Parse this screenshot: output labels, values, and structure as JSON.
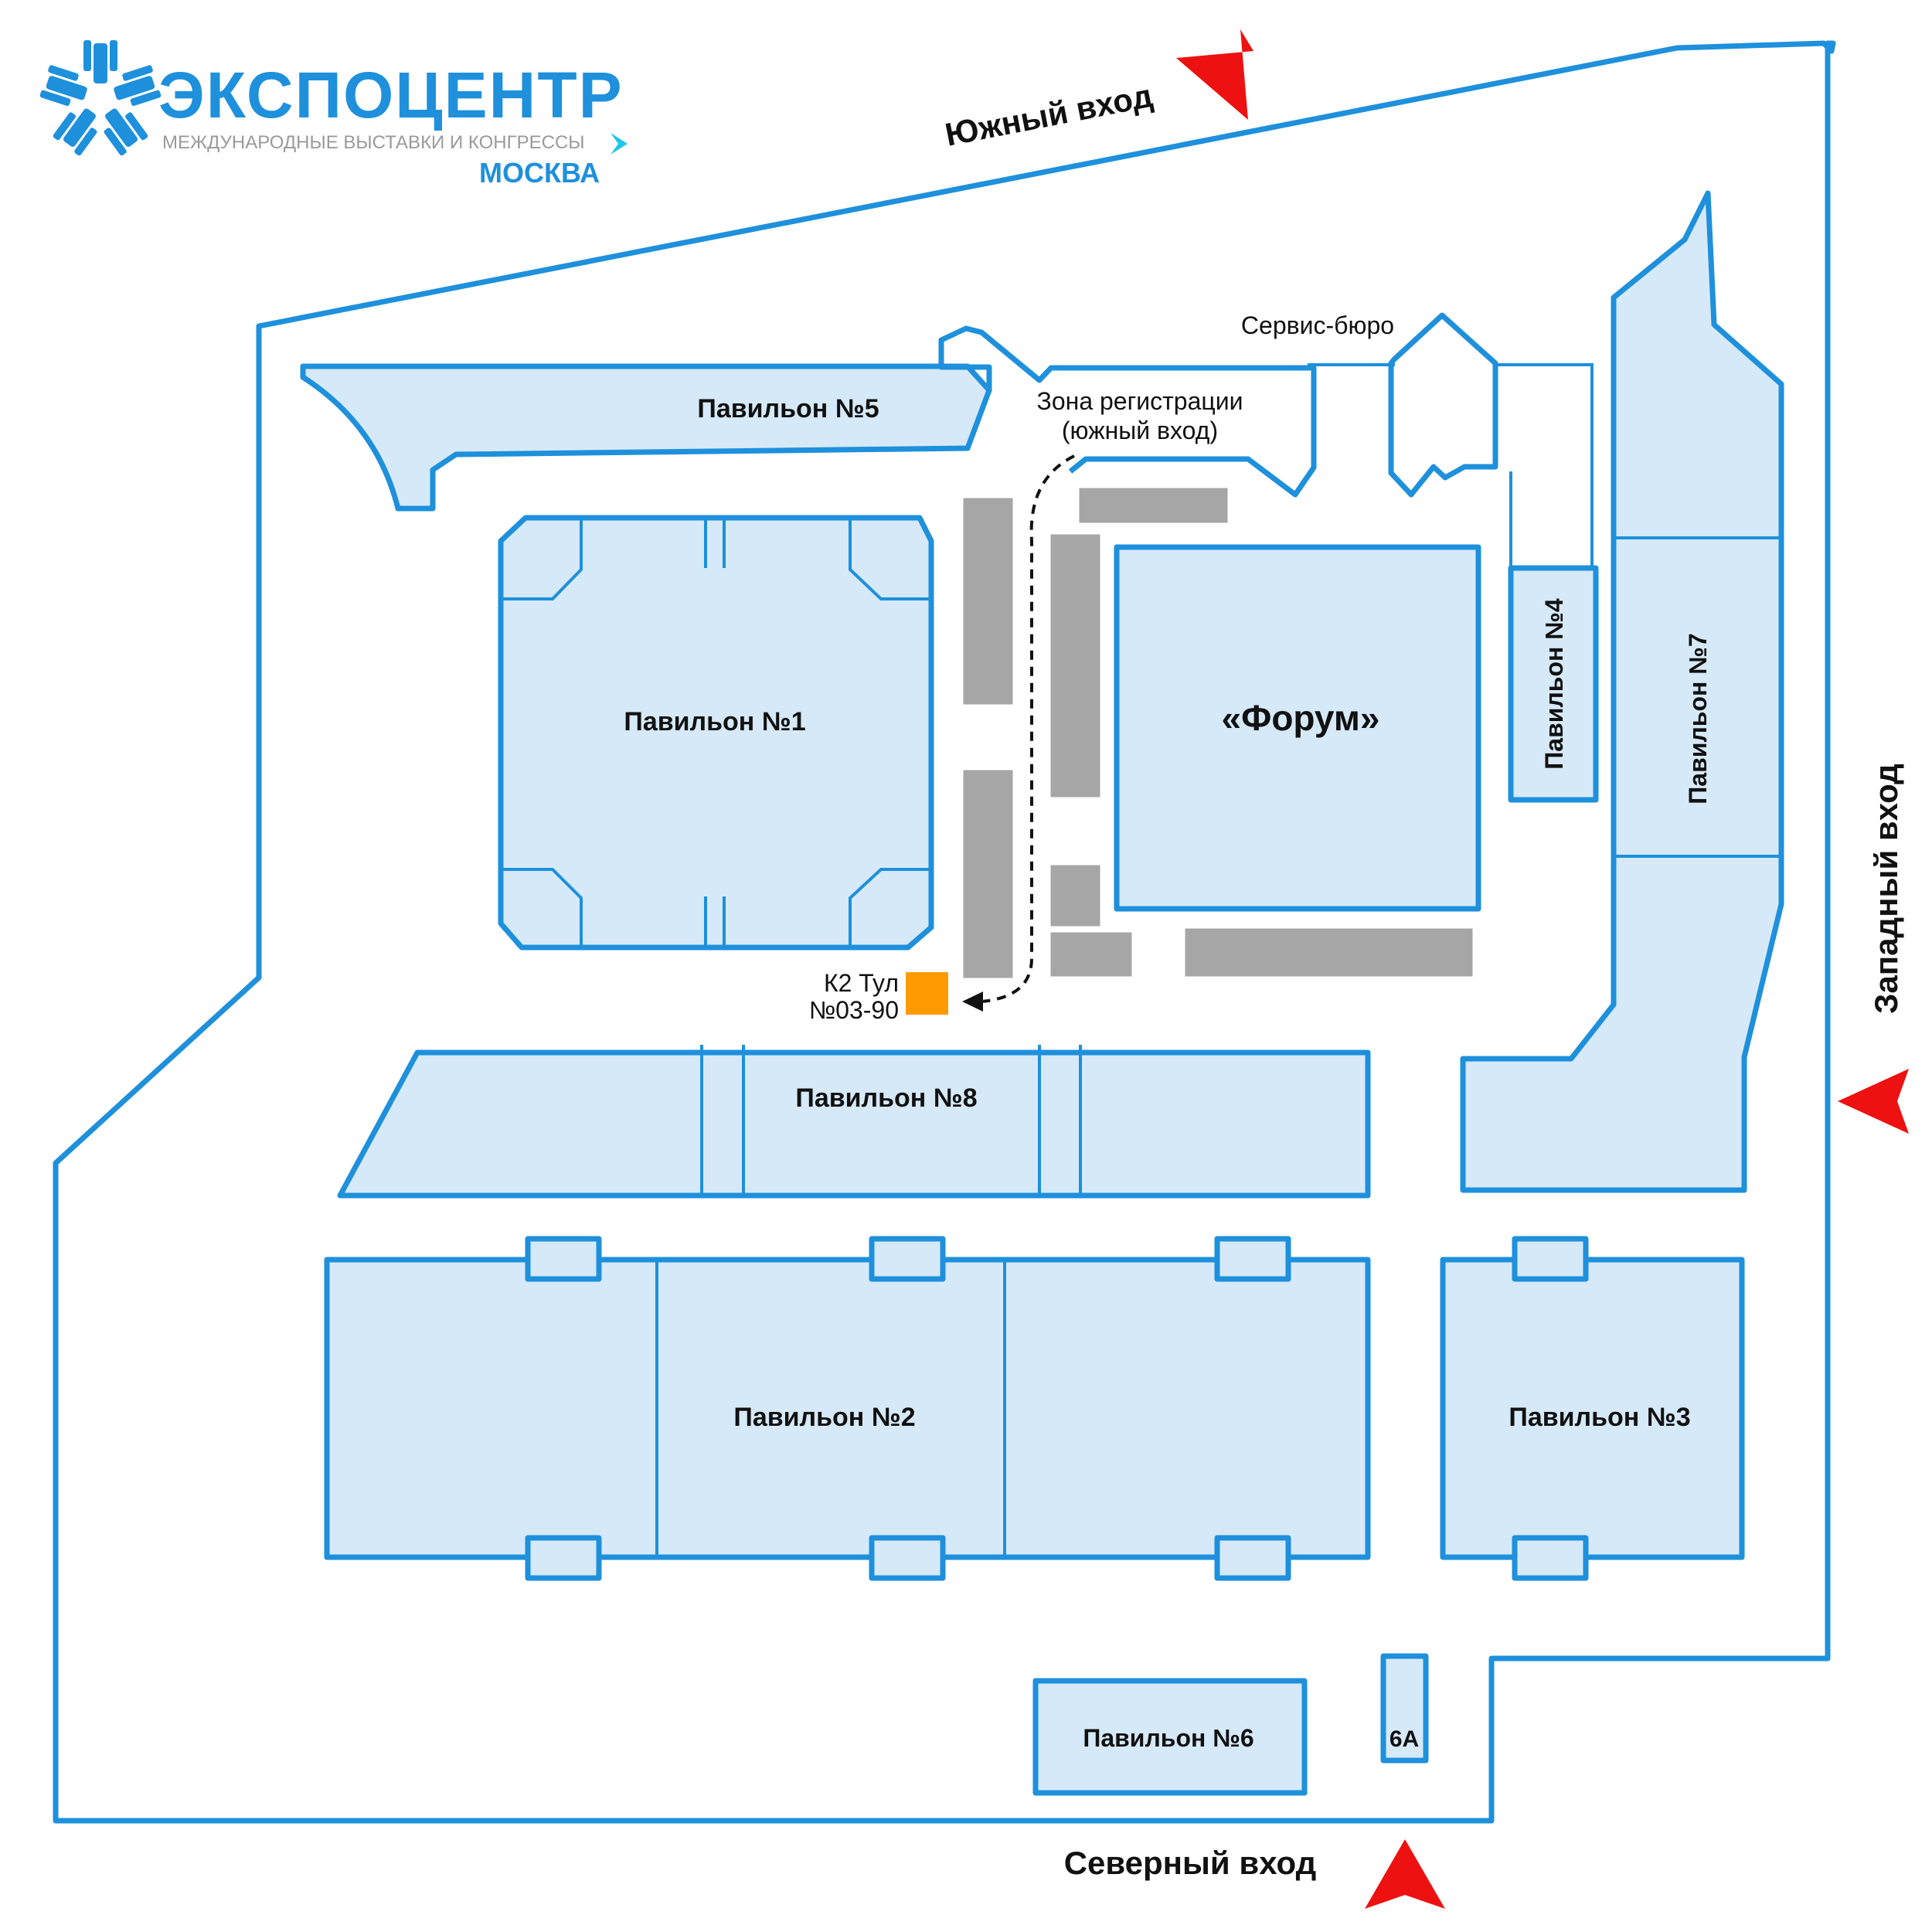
{
  "logo": {
    "brand": "ЭКСПОЦЕНТР",
    "tagline": "МЕЖДУНАРОДНЫЕ ВЫСТАВКИ И КОНГРЕССЫ",
    "city": "МОСКВА"
  },
  "entrances": {
    "south": "Южный вход",
    "west": "Западный вход",
    "north": "Северный вход"
  },
  "labels": {
    "service_bureau": "Сервис-бюро",
    "registration_line1": "Зона регистрации",
    "registration_line2": "(южный вход)",
    "stand_line1": "К2 Тул",
    "stand_line2": "№03-90"
  },
  "pavilions": {
    "p1": "Павильон №1",
    "p2": "Павильон №2",
    "p3": "Павильон №3",
    "p4": "Павильон №4",
    "p5": "Павильон №5",
    "p6": "Павильон №6",
    "p6a": "6А",
    "p7": "Павильон №7",
    "p8": "Павильон №8",
    "forum": "«Форум»"
  },
  "colors": {
    "outline": "#1e90dc",
    "pavilion_fill": "#d6e9f8",
    "stand_fill": "#a6a6a6",
    "highlight": "#ff9a00",
    "arrow": "#ee1111"
  }
}
